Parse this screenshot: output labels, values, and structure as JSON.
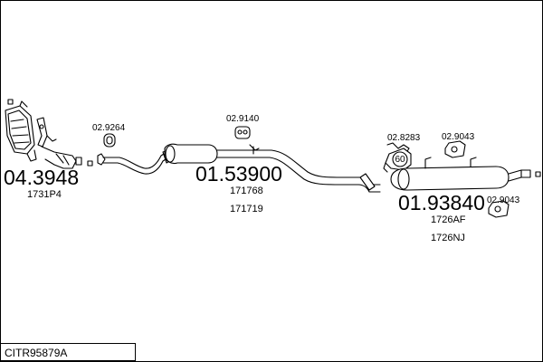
{
  "diagram": {
    "parts": [
      {
        "number": "04.3948",
        "refs": [
          "1731P4"
        ]
      },
      {
        "number": "01.53900",
        "refs": [
          "171768",
          "171719"
        ]
      },
      {
        "number": "01.93840",
        "refs": [
          "1726AF",
          "1726NJ"
        ]
      }
    ],
    "accessories": [
      "02.9264",
      "02.9140",
      "02.8283",
      "02.9043",
      "02.9043"
    ],
    "clamp_label": "60",
    "diagram_code": "CITR95879A"
  }
}
